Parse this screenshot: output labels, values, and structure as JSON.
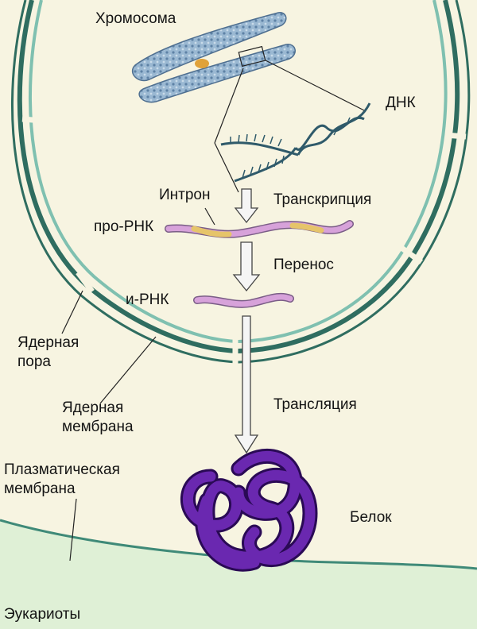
{
  "labels": {
    "chromosome": "Хромосома",
    "dna": "ДНК",
    "intron": "Интрон",
    "transcription": "Транскрипция",
    "pre_mrna": "про-РНК",
    "transport": "Перенос",
    "mrna": "и-РНК",
    "nuclear_pore_1": "Ядерная",
    "nuclear_pore_2": "пора",
    "nuclear_membrane_1": "Ядерная",
    "nuclear_membrane_2": "мембрана",
    "translation": "Трансляция",
    "plasma_membrane_1": "Плазматическая",
    "plasma_membrane_2": "мембрана",
    "protein": "Белок",
    "eukaryotes": "Эукариоты"
  },
  "colors": {
    "background": "#f7f4e1",
    "cytoplasm": "#dff0d6",
    "nuclear_envelope": "#3f8a78",
    "chromosome": "#8fb0cc",
    "centromere": "#e0a23a",
    "dna": "#2f5a6a",
    "rna": "#d7a2da",
    "intron": "#e6c46a",
    "protein": "#5a1e9a",
    "arrow": "#f5f5f5"
  }
}
